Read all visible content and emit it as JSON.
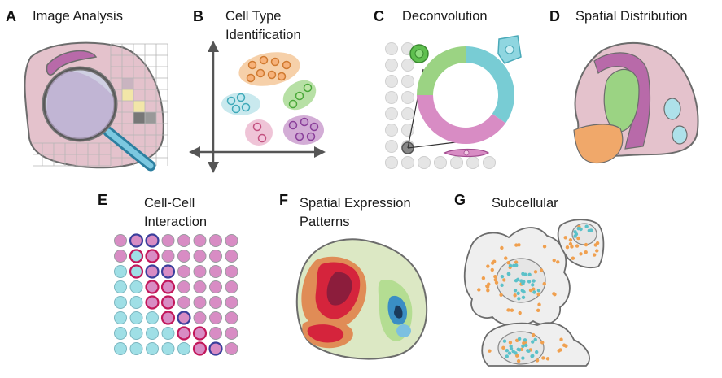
{
  "panels": [
    {
      "letter": "A",
      "title_lines": [
        "Image Analysis"
      ]
    },
    {
      "letter": "B",
      "title_lines": [
        "Cell Type",
        "Identification"
      ]
    },
    {
      "letter": "C",
      "title_lines": [
        "Deconvolution"
      ]
    },
    {
      "letter": "D",
      "title_lines": [
        "Spatial Distribution"
      ]
    },
    {
      "letter": "E",
      "title_lines": [
        "Cell-Cell",
        "Interaction"
      ]
    },
    {
      "letter": "F",
      "title_lines": [
        "Spatial Expression",
        "Patterns"
      ]
    },
    {
      "letter": "G",
      "title_lines": [
        "Subcellular"
      ]
    }
  ],
  "colors": {
    "tissue": "#e4c2cc",
    "tissue_edge": "#6c6c6c",
    "purple": "#b86aa9",
    "green": "#9bd383",
    "orange": "#f0a86a",
    "cyan": "#78ccd4",
    "pink": "#d88cc4",
    "red": "#d5243c",
    "magenta_ring": "#c2185b",
    "navy_ring": "#3b3f9c",
    "spot_gray": "#d8d8d8"
  },
  "icons": [
    "magnifier-icon",
    "axes-icon",
    "donut-icon",
    "cell-icon"
  ]
}
